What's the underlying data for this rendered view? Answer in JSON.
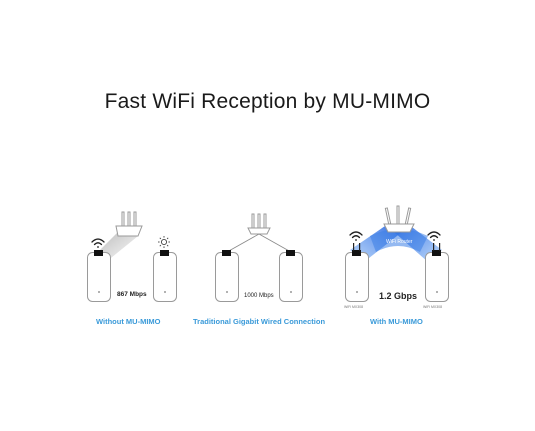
{
  "title": "Fast WiFi Reception by MU-MIMO",
  "panels": [
    {
      "caption": "Without MU-MIMO",
      "speed": "867 Mbps"
    },
    {
      "caption": "Traditional Gigabit Wired Connection",
      "speed": "1000 Mbps"
    },
    {
      "caption": "With MU-MIMO",
      "speed": "1.2 Gbps",
      "router_label": "WiFi Router",
      "extender_labels": [
        "WiFi MX308",
        "WiFi MX308"
      ]
    }
  ],
  "icons": [
    "wifi-icon",
    "sun-icon"
  ],
  "colors": {
    "caption": "#3a9ad9",
    "beam_blue": "#2f6fe0",
    "beam_grey": "#bdbdbd"
  }
}
